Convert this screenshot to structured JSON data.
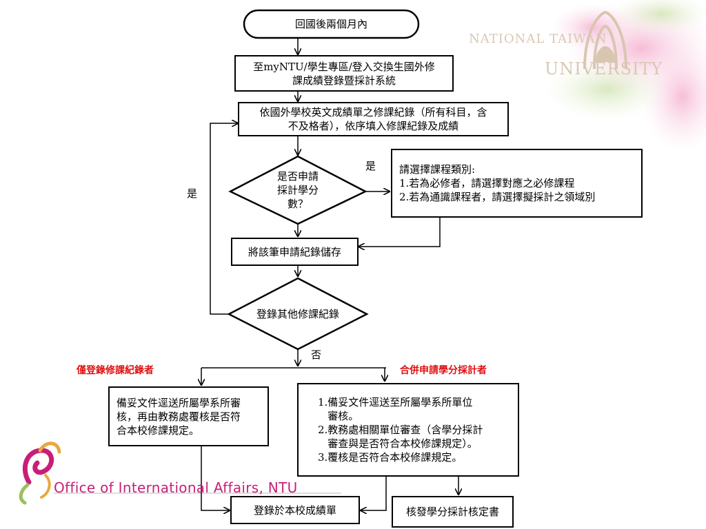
{
  "nodes": {
    "start": "回國後兩個月內",
    "login": [
      "至myNTU/學生專區/登入交換生國外修",
      "課成績登錄暨採計系統"
    ],
    "fill": [
      "依國外學校英文成績單之修課紀錄（所有科目，含",
      "不及格者），依序填入修課紀錄及成績"
    ],
    "decision_credit": [
      "是否申請",
      "採計學分",
      "數？"
    ],
    "select_category": [
      "請選擇課程類別:",
      "1.若為必修者，請選擇對應之必修課程",
      "2.若為通識課程者，請選擇擬採計之領域別"
    ],
    "save": "將該筆申請紀錄儲存",
    "decision_more": "登錄其他修課紀錄",
    "only_register_docs": [
      "備妥文件逕送所屬學系所審",
      "核，再由教務處覆核是否符",
      "合本校修課規定。"
    ],
    "combined_docs": [
      "1.備妥文件逕送至所屬學系所單位",
      "   審核。",
      "2.教務處相關單位審查（含學分採計",
      "   審查與是否符合本校修課規定）。",
      "3.覆核是否符合本校修課規定。"
    ],
    "transcript": "登錄於本校成績單",
    "approval": "核發學分採計核定書"
  },
  "edge_labels": {
    "yes_right": "是",
    "yes_loop": "是",
    "no": "否"
  },
  "branch_labels": {
    "only_register": "僅登錄修課紀錄者",
    "combined": "合併申請學分採計者"
  },
  "branding": {
    "office": "Office of International Affairs, NTU",
    "watermark_line1": "NATIONAL TAIWAN",
    "watermark_line2": "UNIVERSITY"
  },
  "colors": {
    "highlight": "#e01010",
    "brand": "#c81e77",
    "line": "#000000"
  }
}
